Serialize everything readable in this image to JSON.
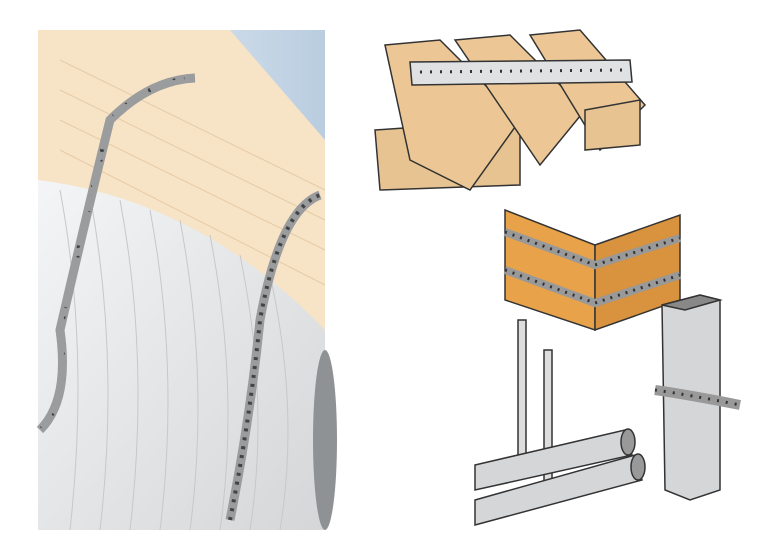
{
  "colors": {
    "background": "#ffffff",
    "wood_light": "#f7e3c6",
    "wood_dark": "#e9b987",
    "wood_orange": "#e8a24a",
    "pipe_white": "#eef0f2",
    "pipe_grey": "#c9cbcd",
    "sky": "#c9d8e6",
    "strap": "#a9abad"
  },
  "illustrations": [
    {
      "subject": "strap-wrapped-pipe-and-beam"
    },
    {
      "subject": "strap-on-timber-logs"
    },
    {
      "subject": "strap-on-corner-frame"
    },
    {
      "subject": "strap-hanging-pipes"
    },
    {
      "subject": "strap-around-post"
    }
  ]
}
